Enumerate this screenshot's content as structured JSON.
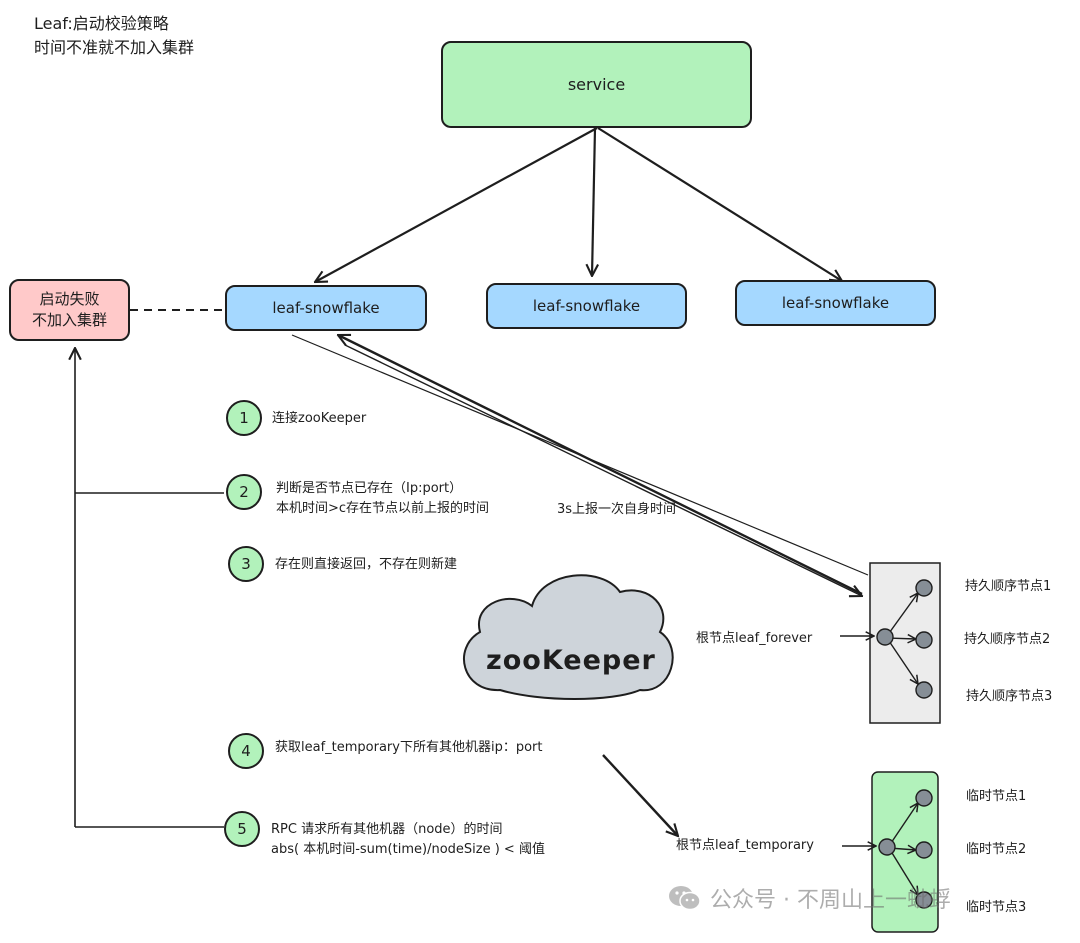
{
  "title": {
    "line1": "Leaf:启动校验策略",
    "line2": "时间不准就不加入集群"
  },
  "service": {
    "label": "service"
  },
  "nodes": [
    {
      "label": "leaf-snowflake"
    },
    {
      "label": "leaf-snowflake"
    },
    {
      "label": "leaf-snowflake"
    }
  ],
  "fail_box": {
    "line1": "启动失败",
    "line2": "不加入集群"
  },
  "steps": [
    {
      "num": "1",
      "lines": [
        "连接zooKeeper"
      ]
    },
    {
      "num": "2",
      "lines": [
        "判断是否节点已存在（Ip:port）",
        "本机时间>c存在节点以前上报的时间"
      ]
    },
    {
      "num": "3",
      "lines": [
        "存在则直接返回，不存在则新建"
      ]
    },
    {
      "num": "4",
      "lines": [
        "获取leaf_temporary下所有其他机器ip：port"
      ]
    },
    {
      "num": "5",
      "lines": [
        "RPC 请求所有其他机器（node）的时间",
        "abs( 本机时间-sum(time)/nodeSize ) < 阈值"
      ]
    }
  ],
  "report_label": "3s上报一次自身时间",
  "cloud_label": "zooKeeper",
  "forever": {
    "root_label": "根节点leaf_forever",
    "children": [
      "持久顺序节点1",
      "持久顺序节点2",
      "持久顺序节点3"
    ]
  },
  "temporary": {
    "root_label": "根节点leaf_temporary",
    "children": [
      "临时节点1",
      "临时节点2",
      "临时节点3"
    ]
  },
  "watermark": "公众号 · 不周山上一蚍蜉",
  "colors": {
    "service_fill": "#b2f2bb",
    "node_fill": "#a5d8ff",
    "fail_fill": "#ffc9c9",
    "step_fill": "#b2f2bb",
    "forever_fill": "#ececec",
    "temporary_fill": "#b2f2bb",
    "cloud_fill": "#ced4da",
    "tree_node_fill": "#868e96"
  },
  "icons": {
    "watermark": "wechat-icon"
  }
}
